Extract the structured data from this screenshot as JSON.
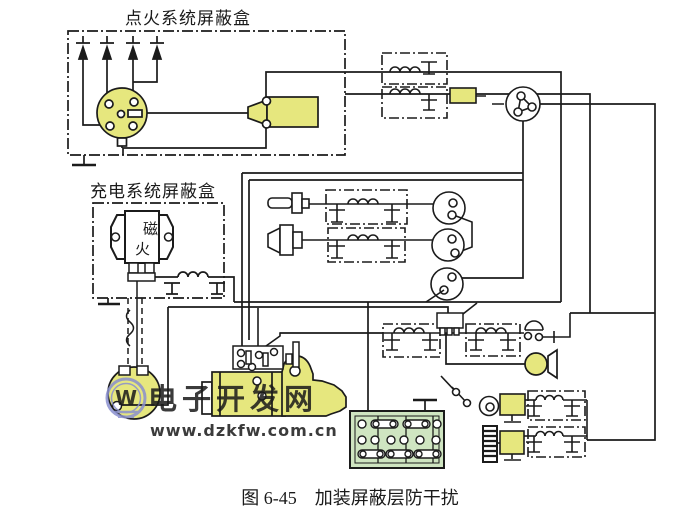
{
  "diagram": {
    "ignition_box_label": "点火系统屏蔽盒",
    "charging_box_label": "充电系统屏蔽盒",
    "magneto_label_top": "磁",
    "magneto_label_bottom": "火",
    "caption": {
      "number": "图 6-45",
      "title": "加装屏蔽层防干扰"
    },
    "watermark": {
      "logo_letter": "W",
      "site_name": "电子开发网",
      "site_url": "www.dzkfw.com.cn"
    },
    "colors": {
      "component_yellow": "#e6e77e",
      "battery_green": "#cfe5c1",
      "line_black": "#1b1b1b",
      "watermark_pink": "#f29b9b",
      "watermark_red": "#ec7b7b",
      "logo_blue": "#8a90cf"
    }
  }
}
